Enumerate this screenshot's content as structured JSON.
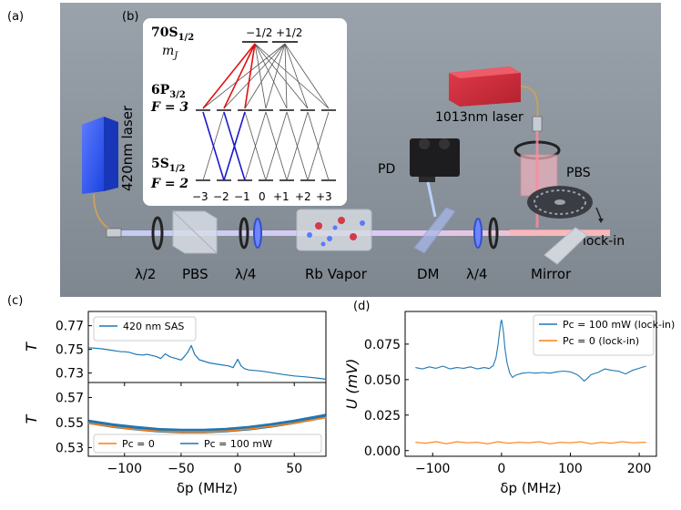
{
  "panel_labels": {
    "a": "(a)",
    "b": "(b)",
    "c": "(c)",
    "d": "(d)"
  },
  "setup": {
    "laser_420": "420nm laser",
    "laser_1013": "1013nm laser",
    "labels": [
      "λ/2",
      "PBS",
      "λ/4",
      "Rb Vapor",
      "DM",
      "λ/4",
      "Mirror"
    ],
    "pd": "PD",
    "pbs_right": "PBS",
    "lockin": "lock-in"
  },
  "level_diagram": {
    "rydberg": "70S",
    "rydberg_sub": "1/2",
    "mj": "m",
    "mj_sub": "J",
    "mj_values": [
      "−1/2",
      "+1/2"
    ],
    "p_state": "6P",
    "p_sub": "3/2",
    "p_f": "F = 3",
    "s_state": "5S",
    "s_sub": "1/2",
    "s_f": "F = 2",
    "mf_labels": [
      "−3",
      "−2",
      "−1",
      "0",
      "+1",
      "+2",
      "+3"
    ]
  },
  "colors": {
    "blue_line": "#1f77b4",
    "orange_line": "#ff7f0e",
    "red_transition": "#e01010",
    "blue_transition": "#1a1acc"
  },
  "chart_data": [
    {
      "id": "c-top",
      "type": "line",
      "ylabel": "T",
      "ylim": [
        0.722,
        0.782
      ],
      "yticks": [
        0.73,
        0.75,
        0.77
      ],
      "ytick_labels": [
        "0.73",
        "0.75",
        "0.77"
      ],
      "xlim": [
        -132,
        78
      ],
      "legend": "top-left",
      "series": [
        {
          "name": "420 nm SAS",
          "color": "#1f77b4",
          "x": [
            -132,
            -120,
            -110,
            -103,
            -100,
            -96,
            -90,
            -84,
            -80,
            -72,
            -68,
            -64,
            -60,
            -50,
            -47,
            -44,
            -41,
            -38,
            -34,
            -25,
            -15,
            -8,
            -4,
            0,
            3,
            6,
            10,
            20,
            30,
            40,
            50,
            60,
            70,
            78
          ],
          "y": [
            0.7515,
            0.7505,
            0.749,
            0.748,
            0.748,
            0.7475,
            0.7458,
            0.7452,
            0.7458,
            0.744,
            0.7422,
            0.7462,
            0.7438,
            0.741,
            0.744,
            0.7478,
            0.7532,
            0.7458,
            0.7412,
            0.7385,
            0.737,
            0.736,
            0.7345,
            0.7416,
            0.736,
            0.7337,
            0.7325,
            0.7318,
            0.7303,
            0.7288,
            0.7275,
            0.7268,
            0.7258,
            0.7248
          ]
        }
      ]
    },
    {
      "id": "c-bottom",
      "type": "line",
      "xlabel": "δp (MHz)",
      "ylabel": "T",
      "ylim": [
        0.523,
        0.582
      ],
      "yticks": [
        0.53,
        0.55,
        0.57
      ],
      "ytick_labels": [
        "0.53",
        "0.55",
        "0.57"
      ],
      "xlim": [
        -132,
        78
      ],
      "xticks": [
        -100,
        -50,
        0,
        50
      ],
      "xtick_labels": [
        "−100",
        "−50",
        "0",
        "50"
      ],
      "legend": "bottom",
      "series": [
        {
          "name": "Pc = 0",
          "color": "#ff7f0e",
          "x": [
            -132,
            -110,
            -90,
            -70,
            -50,
            -30,
            -10,
            10,
            30,
            50,
            78
          ],
          "y": [
            0.5495,
            0.5465,
            0.5445,
            0.543,
            0.5425,
            0.5425,
            0.5432,
            0.5448,
            0.547,
            0.5495,
            0.554
          ]
        },
        {
          "name": "Pc = 100 mW",
          "color": "#1f77b4",
          "x": [
            -132,
            -110,
            -90,
            -70,
            -50,
            -30,
            -10,
            10,
            30,
            50,
            78
          ],
          "y": [
            0.5505,
            0.5475,
            0.5455,
            0.5438,
            0.5432,
            0.5432,
            0.544,
            0.5455,
            0.5478,
            0.5505,
            0.5552
          ]
        }
      ]
    },
    {
      "id": "d",
      "type": "line",
      "xlabel": "δp (MHz)",
      "ylabel": "U (mV)",
      "ylim": [
        -0.004,
        0.098
      ],
      "yticks": [
        0.0,
        0.025,
        0.05,
        0.075
      ],
      "ytick_labels": [
        "0.000",
        "0.025",
        "0.050",
        "0.075"
      ],
      "xlim": [
        -140,
        225
      ],
      "xticks": [
        -100,
        0,
        100,
        200
      ],
      "xtick_labels": [
        "−100",
        "0",
        "100",
        "200"
      ],
      "legend": "top-right",
      "series": [
        {
          "name": "Pc = 100 mW (lock-in)",
          "color": "#1f77b4",
          "x": [
            -125,
            -115,
            -105,
            -95,
            -85,
            -75,
            -65,
            -55,
            -45,
            -35,
            -25,
            -18,
            -12,
            -8,
            -5,
            -3,
            -1,
            0,
            1,
            3,
            5,
            8,
            12,
            16,
            20,
            30,
            40,
            50,
            60,
            70,
            80,
            90,
            100,
            110,
            115,
            120,
            125,
            130,
            140,
            150,
            160,
            170,
            180,
            190,
            200,
            210
          ],
          "y": [
            0.0585,
            0.0575,
            0.059,
            0.058,
            0.0595,
            0.0575,
            0.0585,
            0.058,
            0.059,
            0.0575,
            0.0585,
            0.0578,
            0.0598,
            0.0655,
            0.075,
            0.083,
            0.0905,
            0.092,
            0.0895,
            0.083,
            0.072,
            0.062,
            0.0545,
            0.0515,
            0.053,
            0.0545,
            0.055,
            0.0545,
            0.055,
            0.0545,
            0.0555,
            0.056,
            0.0555,
            0.0535,
            0.0515,
            0.049,
            0.051,
            0.0535,
            0.055,
            0.0575,
            0.0565,
            0.056,
            0.054,
            0.0565,
            0.058,
            0.0595
          ]
        },
        {
          "name": "Pc = 0 (lock-in)",
          "color": "#ff7f0e",
          "x": [
            -125,
            -110,
            -95,
            -80,
            -65,
            -50,
            -35,
            -20,
            -5,
            10,
            25,
            40,
            55,
            70,
            85,
            100,
            115,
            130,
            145,
            160,
            175,
            190,
            210
          ],
          "y": [
            0.0058,
            0.0052,
            0.0063,
            0.0048,
            0.0062,
            0.0055,
            0.0058,
            0.0048,
            0.0062,
            0.0052,
            0.0058,
            0.0055,
            0.0062,
            0.0048,
            0.0058,
            0.0055,
            0.0062,
            0.0048,
            0.0058,
            0.0052,
            0.0063,
            0.0055,
            0.0058
          ]
        }
      ]
    }
  ]
}
